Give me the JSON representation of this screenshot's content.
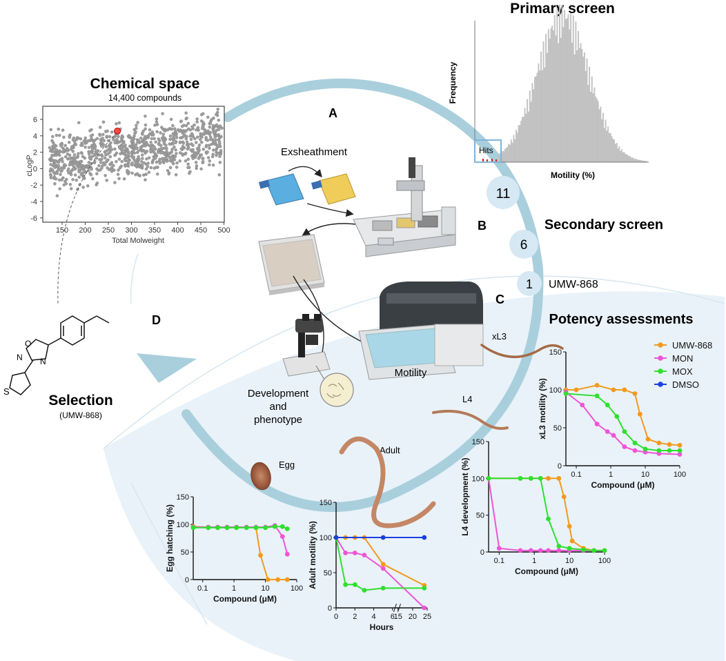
{
  "colors": {
    "UMW-868": "#f29a1e",
    "MON": "#ee55d6",
    "MOX": "#2ee02e",
    "DMSO": "#1a3fe0",
    "arc": "#a9cfdc",
    "bubble": "#d6e8f3",
    "panel": "#e9f2f9"
  },
  "chemical_space": {
    "title": "Chemical space",
    "subtitle": "14,400 compounds",
    "xlabel": "Total Molweight",
    "ylabel": "cLogP",
    "xticks": [
      "150",
      "200",
      "250",
      "300",
      "350",
      "400",
      "450",
      "500"
    ],
    "yticks": [
      "6",
      "4",
      "2",
      "0",
      "-2",
      "-4",
      "-6"
    ]
  },
  "primary_screen": {
    "title": "Primary screen",
    "ylabel": "Frequency",
    "xlabel": "Motility (%)",
    "hits_label": "Hits"
  },
  "workflow": {
    "label_A": "A",
    "label_B": "B",
    "label_C": "C",
    "label_D": "D",
    "exsheathment": "Exsheathment",
    "motility": "Motility",
    "development_l1": "Development",
    "development_l2": "and",
    "development_l3": "phenotype"
  },
  "secondary_screen": {
    "title": "Secondary screen",
    "counts": [
      "11",
      "6",
      "1"
    ],
    "hit_name": "UMW-868"
  },
  "selection": {
    "title": "Selection",
    "subtitle": "(UMW-868)",
    "atoms": [
      "S",
      "O",
      "N",
      "N"
    ]
  },
  "potency": {
    "title": "Potency assessments",
    "stage_xl3": "xL3",
    "stage_l4": "L4",
    "stage_adult": "Adult",
    "stage_egg": "Egg"
  },
  "legend": [
    "UMW-868",
    "MON",
    "MOX",
    "DMSO"
  ],
  "chart_data": [
    {
      "type": "line",
      "title": "",
      "ylabel": "xL3 motility (%)",
      "xlabel": "Compound (μM)",
      "xscale": "log",
      "xlim": [
        0.05,
        100
      ],
      "ylim": [
        0,
        150
      ],
      "xticks": [
        "0.1",
        "1",
        "10",
        "100"
      ],
      "yticks": [
        "0",
        "50",
        "100",
        "150"
      ],
      "series": [
        {
          "name": "UMW-868",
          "x": [
            0.05,
            0.1,
            0.4,
            1.2,
            2.5,
            5,
            7,
            12,
            25,
            50,
            100
          ],
          "y": [
            100,
            100,
            106,
            100,
            100,
            95,
            68,
            35,
            30,
            28,
            27
          ]
        },
        {
          "name": "MON",
          "x": [
            0.05,
            0.15,
            0.4,
            0.8,
            1.2,
            2.5,
            5,
            10,
            25,
            100
          ],
          "y": [
            97,
            80,
            55,
            45,
            40,
            25,
            20,
            18,
            16,
            15
          ]
        },
        {
          "name": "MOX",
          "x": [
            0.05,
            0.4,
            0.8,
            1.5,
            2.5,
            5,
            10,
            25,
            50,
            100
          ],
          "y": [
            95,
            92,
            80,
            65,
            45,
            30,
            22,
            20,
            20,
            20
          ]
        },
        {
          "name": "DMSO",
          "x": [],
          "y": []
        }
      ]
    },
    {
      "type": "line",
      "title": "",
      "ylabel": "L4 development (%)",
      "xlabel": "Compound (μM)",
      "xscale": "log",
      "xlim": [
        0.05,
        100
      ],
      "ylim": [
        0,
        150
      ],
      "xticks": [
        "0.1",
        "1",
        "10",
        "100"
      ],
      "yticks": [
        "0",
        "50",
        "100",
        "150"
      ],
      "series": [
        {
          "name": "UMW-868",
          "x": [
            0.05,
            0.4,
            0.8,
            1.5,
            2.5,
            5,
            7,
            10,
            12,
            25,
            50,
            100
          ],
          "y": [
            100,
            100,
            100,
            100,
            100,
            100,
            75,
            35,
            15,
            5,
            2,
            2
          ]
        },
        {
          "name": "MON",
          "x": [
            0.05,
            0.1,
            0.4,
            0.8,
            1.5,
            2.5,
            5,
            10,
            25,
            50,
            100
          ],
          "y": [
            100,
            5,
            2,
            2,
            2,
            2,
            2,
            2,
            2,
            2,
            2
          ]
        },
        {
          "name": "MOX",
          "x": [
            0.05,
            0.4,
            0.8,
            1.5,
            2.5,
            5,
            10,
            25,
            50,
            100
          ],
          "y": [
            100,
            100,
            100,
            100,
            45,
            8,
            5,
            3,
            2,
            2
          ]
        },
        {
          "name": "DMSO",
          "x": [],
          "y": []
        }
      ]
    },
    {
      "type": "line",
      "title": "",
      "ylabel": "Egg hatching (%)",
      "xlabel": "Compound (μM)",
      "xscale": "log",
      "xlim": [
        0.05,
        100
      ],
      "ylim": [
        0,
        150
      ],
      "xticks": [
        "0.1",
        "1",
        "10",
        "100"
      ],
      "yticks": [
        "0",
        "50",
        "100",
        "150"
      ],
      "series": [
        {
          "name": "UMW-868",
          "x": [
            0.05,
            0.15,
            0.3,
            0.6,
            1.2,
            2.5,
            5,
            7,
            12,
            25,
            50
          ],
          "y": [
            96,
            95,
            95,
            95,
            95,
            95,
            94,
            44,
            0,
            0,
            0
          ]
        },
        {
          "name": "MON",
          "x": [
            0.05,
            0.15,
            0.3,
            0.6,
            1.2,
            2.5,
            5,
            10,
            20,
            35,
            50
          ],
          "y": [
            95,
            95,
            95,
            95,
            95,
            95,
            95,
            95,
            98,
            78,
            46
          ]
        },
        {
          "name": "MOX",
          "x": [
            0.05,
            0.15,
            0.3,
            0.6,
            1.2,
            2.5,
            5,
            10,
            20,
            35,
            50
          ],
          "y": [
            94,
            94,
            94,
            94,
            94,
            94,
            94,
            94,
            96,
            96,
            92
          ]
        },
        {
          "name": "DMSO",
          "x": [],
          "y": []
        }
      ]
    },
    {
      "type": "line",
      "title": "",
      "ylabel": "Adult motility (%)",
      "xlabel": "Hours",
      "xlim": [
        0,
        25
      ],
      "ylim": [
        0,
        150
      ],
      "xticks": [
        "0",
        "2",
        "4",
        "6",
        "15",
        "20",
        "25"
      ],
      "yticks": [
        "0",
        "50",
        "100",
        "150"
      ],
      "series": [
        {
          "name": "UMW-868",
          "x": [
            0,
            1,
            2,
            3,
            5,
            24
          ],
          "y": [
            100,
            100,
            100,
            100,
            62,
            32
          ]
        },
        {
          "name": "MON",
          "x": [
            0,
            1,
            2,
            3,
            5,
            24
          ],
          "y": [
            100,
            78,
            78,
            75,
            56,
            0
          ]
        },
        {
          "name": "MOX",
          "x": [
            0,
            1,
            2,
            3,
            5,
            24
          ],
          "y": [
            100,
            33,
            33,
            25,
            28,
            28
          ]
        },
        {
          "name": "DMSO",
          "x": [
            0,
            5,
            24
          ],
          "y": [
            100,
            100,
            100
          ]
        }
      ]
    }
  ]
}
